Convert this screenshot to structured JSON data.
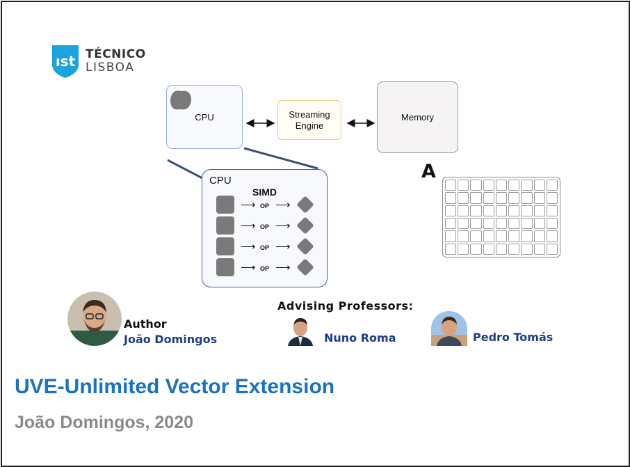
{
  "logo": {
    "line1": "TÉCNICO",
    "line2": "LISBOA",
    "brand_color": "#1aa3dc"
  },
  "diagram": {
    "cpu_top_label": "CPU",
    "streaming_label": "Streaming Engine",
    "memory_label": "Memory",
    "cpu_zoom_label": "CPU",
    "simd_label": "SIMD",
    "op_labels": [
      "OP",
      "OP",
      "OP",
      "OP"
    ],
    "a_label": "A",
    "grid": {
      "rows": 6,
      "cols": 9
    }
  },
  "people": {
    "author_label": "Author",
    "author_name": "João Domingos",
    "advising_label": "Advising Professors:",
    "advisor1": "Nuno Roma",
    "advisor2": "Pedro Tomás"
  },
  "footer": {
    "title": "UVE-Unlimited Vector Extension",
    "subtitle": "João Domingos, 2020",
    "title_color": "#1b72c0",
    "subtitle_color": "#8a8a8a"
  }
}
